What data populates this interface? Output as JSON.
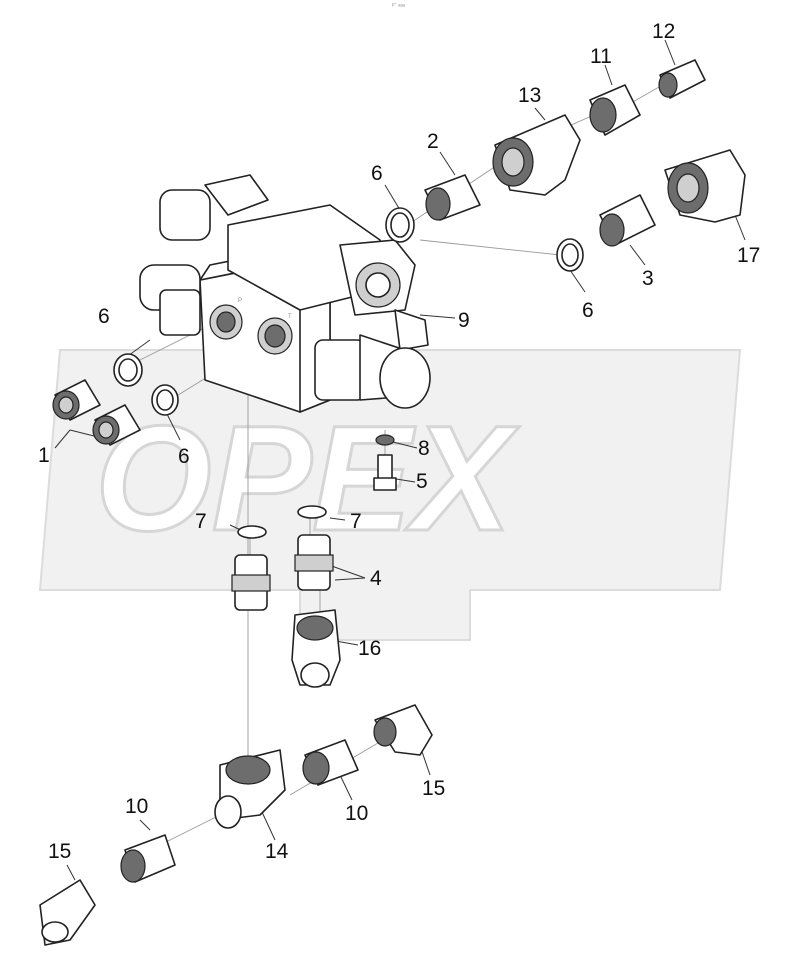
{
  "header": {
    "code": "ᴾ‾ ᵃᵃᵃ"
  },
  "watermark": {
    "brand": "OPEX"
  },
  "callouts": [
    {
      "id": "c12",
      "text": "12"
    },
    {
      "id": "c11",
      "text": "11"
    },
    {
      "id": "c13",
      "text": "13"
    },
    {
      "id": "c2",
      "text": "2"
    },
    {
      "id": "c6a",
      "text": "6"
    },
    {
      "id": "c17",
      "text": "17"
    },
    {
      "id": "c3",
      "text": "3"
    },
    {
      "id": "c6b",
      "text": "6"
    },
    {
      "id": "c9",
      "text": "9"
    },
    {
      "id": "c6c",
      "text": "6"
    },
    {
      "id": "c1",
      "text": "1"
    },
    {
      "id": "c6d",
      "text": "6"
    },
    {
      "id": "c8",
      "text": "8"
    },
    {
      "id": "c5",
      "text": "5"
    },
    {
      "id": "c7a",
      "text": "7"
    },
    {
      "id": "c7b",
      "text": "7"
    },
    {
      "id": "c4",
      "text": "4"
    },
    {
      "id": "c16",
      "text": "16"
    },
    {
      "id": "c15a",
      "text": "15"
    },
    {
      "id": "c10a",
      "text": "10"
    },
    {
      "id": "c10b",
      "text": "10"
    },
    {
      "id": "c14",
      "text": "14"
    },
    {
      "id": "c15b",
      "text": "15"
    }
  ],
  "block_ports": {
    "p": "P",
    "t": "T"
  }
}
